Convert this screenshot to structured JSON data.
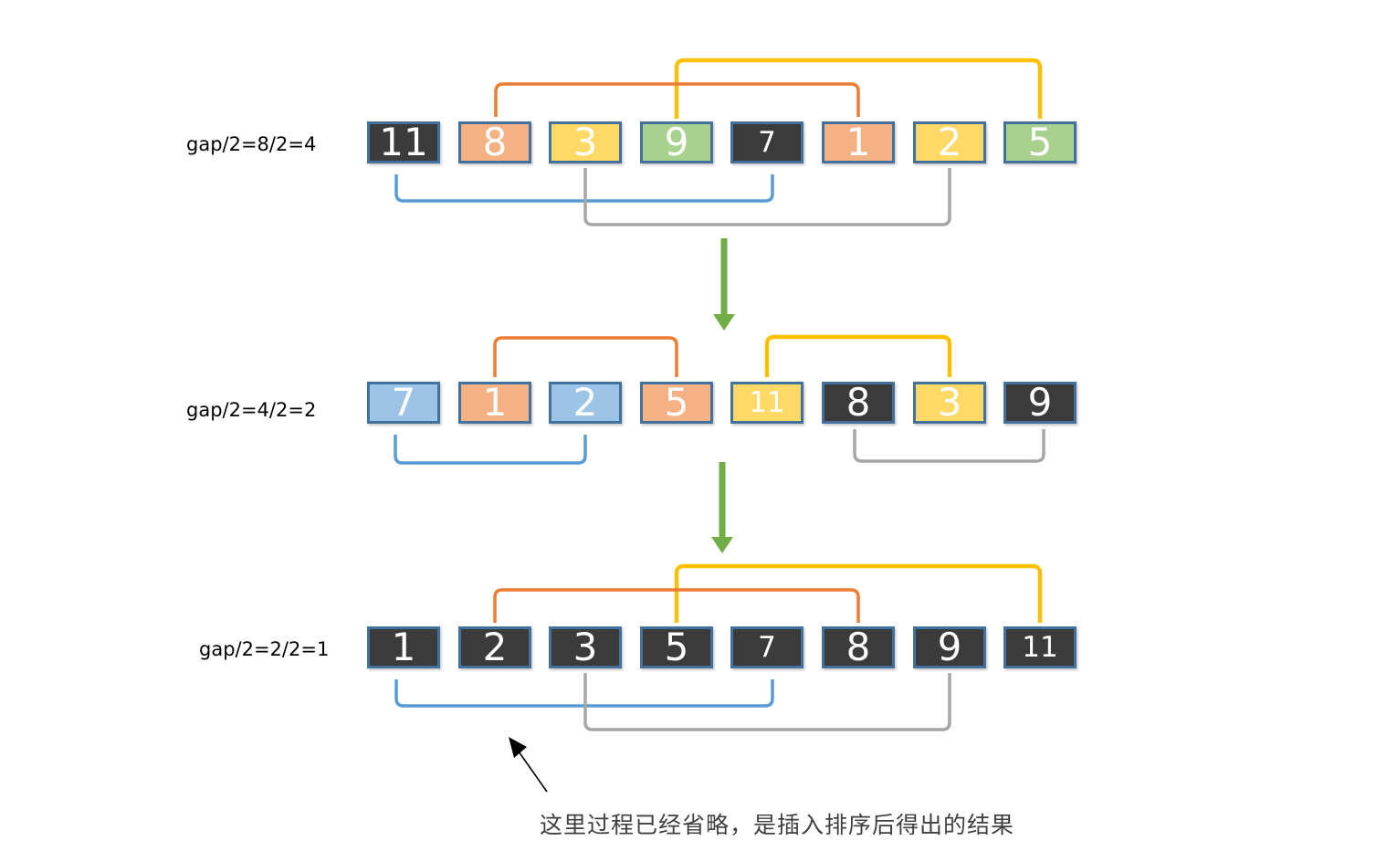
{
  "rows": [
    {
      "label": "gap/2=8/2=4",
      "boxes": [
        {
          "value": "11",
          "color": "dark"
        },
        {
          "value": "8",
          "color": "orange"
        },
        {
          "value": "3",
          "color": "yellow"
        },
        {
          "value": "9",
          "color": "green"
        },
        {
          "value": "7",
          "color": "dark",
          "size": "small"
        },
        {
          "value": "1",
          "color": "orange"
        },
        {
          "value": "2",
          "color": "yellow"
        },
        {
          "value": "5",
          "color": "green"
        }
      ],
      "top_arcs": [
        {
          "from": 2,
          "to": 6,
          "color": "orange"
        },
        {
          "from": 4,
          "to": 8,
          "color": "yellow"
        }
      ],
      "bottom_arcs": [
        {
          "from": 1,
          "to": 5,
          "color": "blue"
        },
        {
          "from": 3,
          "to": 7,
          "color": "gray"
        }
      ]
    },
    {
      "label": "gap/2=4/2=2",
      "boxes": [
        {
          "value": "7",
          "color": "blue"
        },
        {
          "value": "1",
          "color": "orange"
        },
        {
          "value": "2",
          "color": "blue"
        },
        {
          "value": "5",
          "color": "orange"
        },
        {
          "value": "11",
          "color": "yellow",
          "size": "small"
        },
        {
          "value": "8",
          "color": "dark"
        },
        {
          "value": "3",
          "color": "yellow"
        },
        {
          "value": "9",
          "color": "dark"
        }
      ],
      "top_arcs": [
        {
          "from": 2,
          "to": 4,
          "color": "orange"
        },
        {
          "from": 5,
          "to": 7,
          "color": "yellow"
        }
      ],
      "bottom_arcs": [
        {
          "from": 1,
          "to": 3,
          "color": "blue"
        },
        {
          "from": 6,
          "to": 8,
          "color": "gray"
        }
      ]
    },
    {
      "label": "gap/2=2/2=1",
      "boxes": [
        {
          "value": "1",
          "color": "dark"
        },
        {
          "value": "2",
          "color": "dark"
        },
        {
          "value": "3",
          "color": "dark"
        },
        {
          "value": "5",
          "color": "dark"
        },
        {
          "value": "7",
          "color": "dark",
          "size": "small"
        },
        {
          "value": "8",
          "color": "dark"
        },
        {
          "value": "9",
          "color": "dark"
        },
        {
          "value": "11",
          "color": "dark",
          "size": "small"
        }
      ],
      "top_arcs": [
        {
          "from": 2,
          "to": 6,
          "color": "orange"
        },
        {
          "from": 4,
          "to": 8,
          "color": "yellow"
        }
      ],
      "bottom_arcs": [
        {
          "from": 1,
          "to": 5,
          "color": "blue"
        },
        {
          "from": 3,
          "to": 7,
          "color": "gray"
        }
      ]
    }
  ],
  "caption": "这里过程已经省略，是插入排序后得出的结果",
  "colors": {
    "box_border": "#41719C",
    "box_dark": "#3B3B3B",
    "box_orange": "#F4B183",
    "box_yellow": "#FFD966",
    "box_green": "#A9D18E",
    "box_blue": "#9DC3E6",
    "arc_orange": "#ED7D31",
    "arc_yellow": "#FFC000",
    "arc_blue": "#5B9BD5",
    "arc_gray": "#A6A6A6",
    "arrow_green": "#70AD47",
    "annotation_arrow": "#000000",
    "number_text": "#FFFFFF",
    "label_text": "#000000",
    "caption_text": "#404040"
  }
}
